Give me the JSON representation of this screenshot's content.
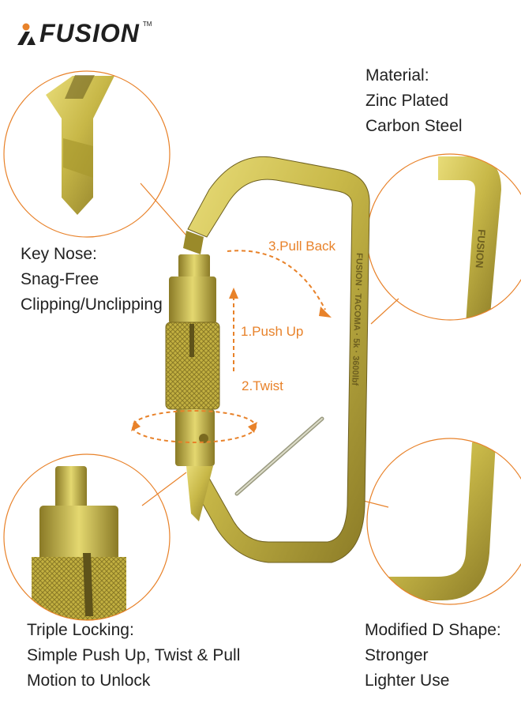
{
  "brand": {
    "name": "FUSION",
    "trademark": "TM"
  },
  "callouts": {
    "material": {
      "lines": [
        "Material:",
        "Zinc Plated",
        "Carbon Steel"
      ]
    },
    "key_nose": {
      "lines": [
        "Key Nose:",
        "Snag-Free",
        "Clipping/Unclipping"
      ]
    },
    "triple_locking": {
      "lines": [
        "Triple Locking:",
        "Simple Push Up, Twist & Pull",
        "Motion to Unlock"
      ]
    },
    "d_shape": {
      "lines": [
        "Modified D Shape:",
        "Stronger",
        "Lighter Use"
      ]
    }
  },
  "steps": {
    "pull_back": "3.Pull Back",
    "push_up": "1.Push Up",
    "twist": "2.Twist"
  },
  "colors": {
    "accent": "#e8822a",
    "metal_light": "#d8cc5a",
    "metal_mid": "#b8a83a",
    "metal_dark": "#7a6a20"
  }
}
